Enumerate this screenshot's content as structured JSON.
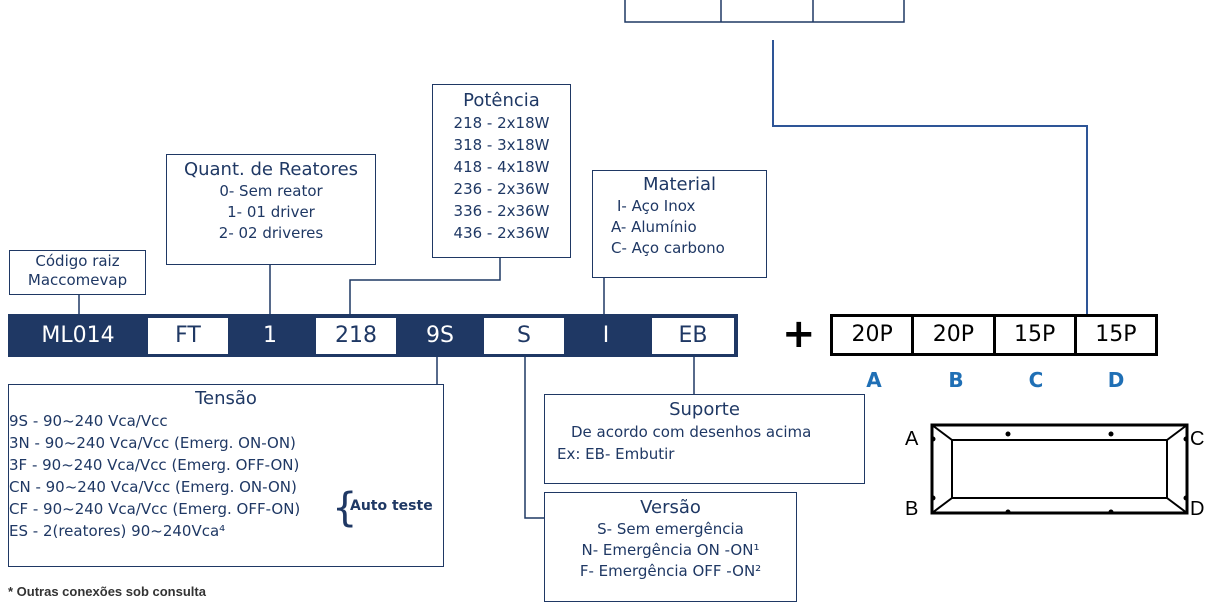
{
  "root_box": {
    "lines": [
      "Código raiz",
      "Maccomevap"
    ]
  },
  "reatores_box": {
    "title": "Quant. de Reatores",
    "lines": [
      "0- Sem reator",
      "1- 01 driver",
      "2- 02 driveres"
    ]
  },
  "potencia_box": {
    "title": "Potência",
    "lines": [
      "218 - 2x18W",
      "318 - 3x18W",
      "418 - 4x18W",
      "236 - 2x36W",
      "336 - 2x36W",
      "436 - 2x36W"
    ]
  },
  "material_box": {
    "title": "Material",
    "lines": [
      "I- Aço Inox",
      "A- Alumínio",
      "C- Aço carbono"
    ]
  },
  "code_segments": [
    "ML014",
    "FT",
    "1",
    "218",
    "9S",
    "S",
    "I",
    "EB"
  ],
  "plus": "+",
  "plug_cells": [
    "20P",
    "20P",
    "15P",
    "15P"
  ],
  "plug_labels": [
    "A",
    "B",
    "C",
    "D"
  ],
  "tensao_box": {
    "title": "Tensão",
    "lines": [
      "9S - 90~240 Vca/Vcc",
      "3N - 90~240 Vca/Vcc (Emerg. ON-ON)",
      "3F - 90~240 Vca/Vcc (Emerg. OFF-ON)",
      "CN - 90~240 Vca/Vcc (Emerg. ON-ON)",
      "CF - 90~240 Vca/Vcc (Emerg. OFF-ON)",
      "ES - 2(reatores) 90~240Vca⁴"
    ],
    "auto_teste": "Auto teste"
  },
  "suporte_box": {
    "title": "Suporte",
    "lines": [
      "De acordo com desenhos acima",
      "Ex: EB- Embutir"
    ]
  },
  "versao_box": {
    "title": "Versão",
    "lines": [
      "S- Sem emergência",
      "N- Emergência ON -ON¹",
      "F- Emergência OFF -ON²"
    ]
  },
  "footnote": "* Outras conexões sob consulta",
  "fixture_corners": [
    "A",
    "B",
    "C",
    "D"
  ],
  "colors": {
    "navy": "#1f3864",
    "blue_label": "#1f6fb5",
    "connector": "#2e5597"
  }
}
